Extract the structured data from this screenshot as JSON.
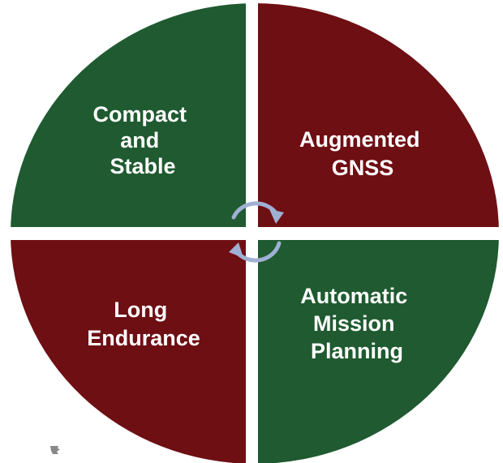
{
  "colors": {
    "green": "#1f5a30",
    "red": "#6e0f14",
    "divider": "#ffffff",
    "cycle_arrow": "#9fb0d4"
  },
  "quadrants": [
    {
      "id": "top-left",
      "color": "green",
      "lines": [
        "Compact",
        "and",
        "Stable"
      ]
    },
    {
      "id": "top-right",
      "color": "red",
      "lines": [
        "Augmented",
        "GNSS"
      ]
    },
    {
      "id": "bottom-left",
      "color": "red",
      "lines": [
        "Long",
        "Endurance"
      ]
    },
    {
      "id": "bottom-right",
      "color": "green",
      "lines": [
        "Automatic",
        "Mission",
        "Planning"
      ]
    }
  ],
  "center_icon": "cycle-arrows-icon"
}
